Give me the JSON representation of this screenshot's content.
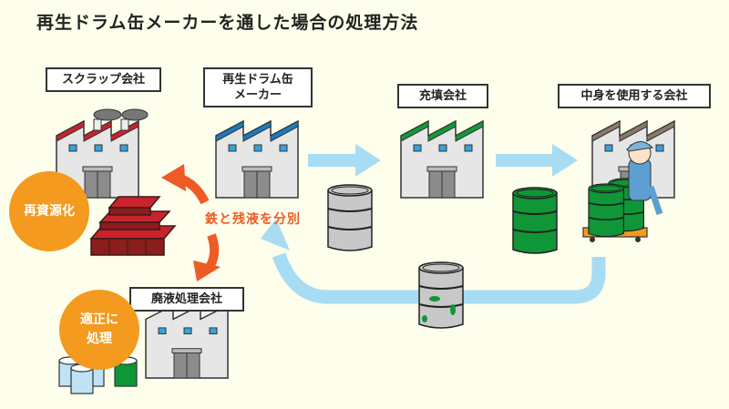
{
  "title": "再生ドラム缶メーカーを通した場合の処理方法",
  "nodes": {
    "scrap": {
      "label": "スクラップ会社",
      "roof_color": "#c8232c"
    },
    "maker": {
      "label_line1": "再生ドラム缶",
      "label_line2": "メーカー",
      "roof_color": "#1c7bbf"
    },
    "filling": {
      "label": "充填会社",
      "roof_color": "#119a3a"
    },
    "user": {
      "label": "中身を使用する会社",
      "roof_color": "#8a7968"
    },
    "waste": {
      "label": "廃液処理会社",
      "roof_color": "#e6e6e6"
    }
  },
  "badges": {
    "recycle": "再資源化",
    "proper_line1": "適正に",
    "proper_line2": "処理"
  },
  "separation_label": "鉄と残液を分別",
  "colors": {
    "background": "#fefeec",
    "flow_arrow": "#a8dcf2",
    "separation_arrow": "#ee5b24",
    "badge": "#f39a1f",
    "drum_green": "#0f9636",
    "drum_gray": "#c8c8c8",
    "steel": "#c8232c"
  }
}
